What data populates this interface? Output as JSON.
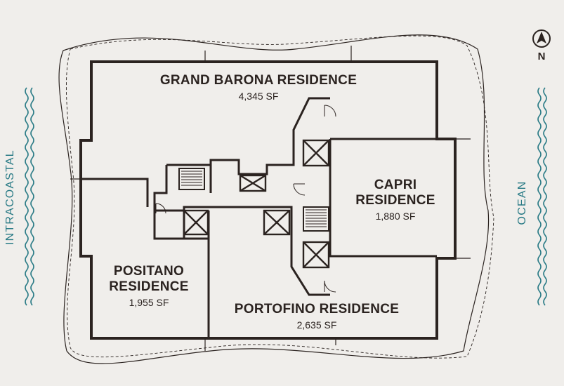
{
  "compass": {
    "label": "N"
  },
  "sides": {
    "left": "INTRACOASTAL",
    "right": "OCEAN"
  },
  "residences": [
    {
      "name": "GRAND BARONA RESIDENCE",
      "size": "4,345 SF"
    },
    {
      "name_line1": "CAPRI",
      "name_line2": "RESIDENCE",
      "size": "1,880 SF"
    },
    {
      "name_line1": "POSITANO",
      "name_line2": "RESIDENCE",
      "size": "1,955 SF"
    },
    {
      "name": "PORTOFINO RESIDENCE",
      "size": "2,635 SF"
    }
  ],
  "colors": {
    "wall": "#2b2320",
    "water": "#2a7b86",
    "background": "#f0eeeb"
  }
}
